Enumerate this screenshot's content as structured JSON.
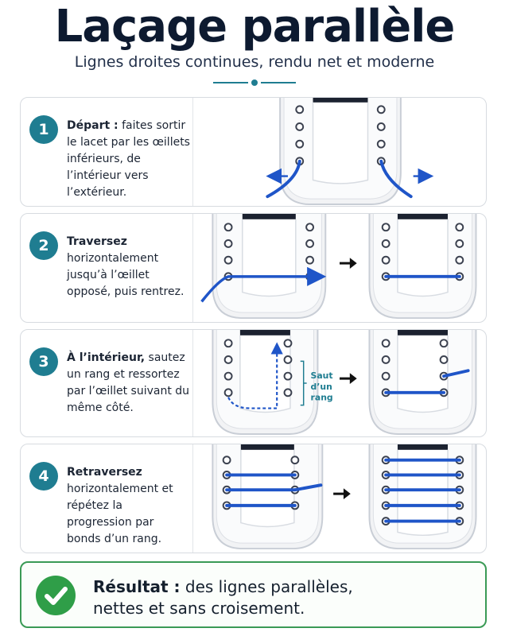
{
  "header": {
    "title": "Laçage parallèle",
    "subtitle": "Lignes droites continues, rendu net et moderne"
  },
  "steps": [
    {
      "number": "1",
      "bold": "Départ :",
      "text": " faites sortir le lacet par les œillets inférieurs, de l’intérieur vers l’extérieur."
    },
    {
      "number": "2",
      "bold": "Traversez",
      "text": " horizontalement jusqu’à l’œillet opposé, puis rentrez."
    },
    {
      "number": "3",
      "bold": "À l’intérieur,",
      "text": " sautez un rang et ressortez par l’œillet suivant du même côté.",
      "annotation": [
        "Saut",
        "d’un",
        "rang"
      ]
    },
    {
      "number": "4",
      "bold": "Retraversez",
      "text": " horizontalement et répétez la progression par bonds d’un rang."
    }
  ],
  "result": {
    "bold": "Résultat :",
    "line1": " des lignes parallèles,",
    "line2": "nettes et sans croisement."
  },
  "colors": {
    "accent": "#1f7d91",
    "lace": "#1f55c8",
    "success": "#2f9e48"
  },
  "icons": [
    "arrow-left-icon",
    "arrow-right-icon",
    "check-icon"
  ]
}
